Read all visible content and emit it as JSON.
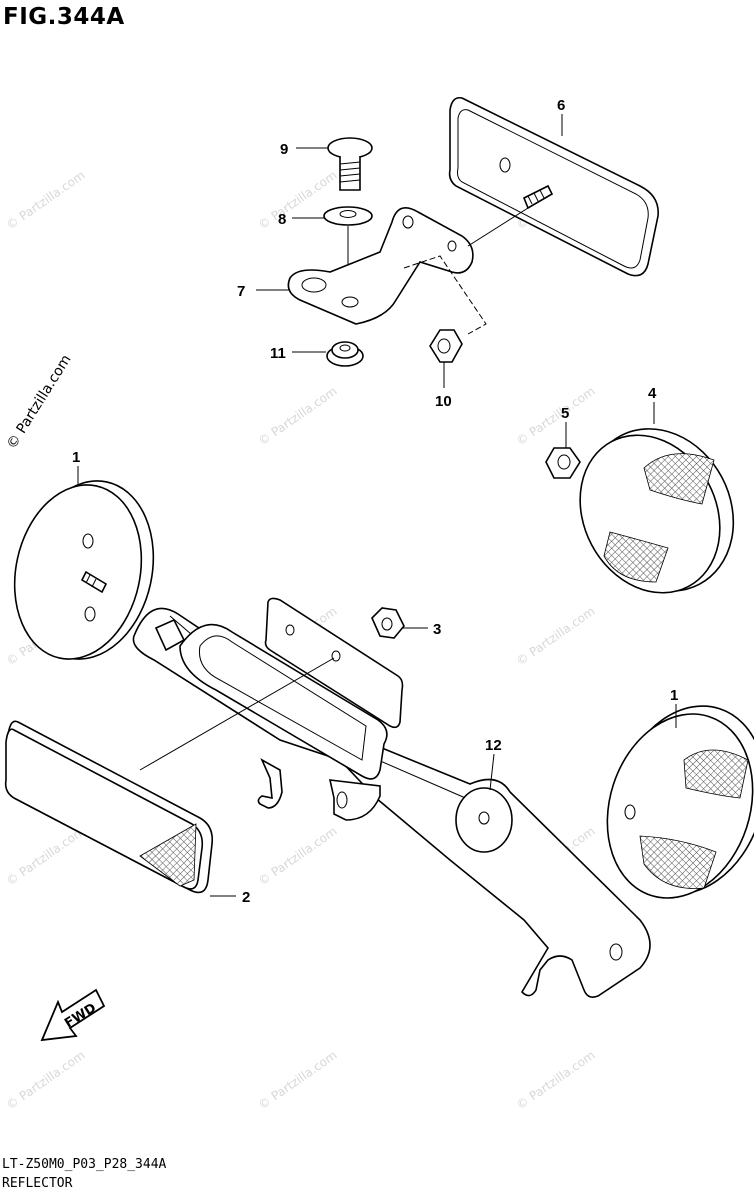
{
  "figure": {
    "title": "FIG.344A",
    "model_code": "LT-Z50M0_P03_P28_344A",
    "section_name": "REFLECTOR"
  },
  "direction_marker": {
    "label": "FWD",
    "icon": "fwd-arrow-icon"
  },
  "watermark": {
    "text": "© Partzilla.com"
  },
  "callouts": [
    {
      "id": "c1a",
      "label": "1",
      "part": "reflector-round-left"
    },
    {
      "id": "c1b",
      "label": "1",
      "part": "reflector-round-right"
    },
    {
      "id": "c2",
      "label": "2",
      "part": "reflector-rectangular"
    },
    {
      "id": "c3",
      "label": "3",
      "part": "nut-bracket"
    },
    {
      "id": "c4",
      "label": "4",
      "part": "reflector-round-upper"
    },
    {
      "id": "c5",
      "label": "5",
      "part": "nut-upper"
    },
    {
      "id": "c6",
      "label": "6",
      "part": "reflector-rear-plate"
    },
    {
      "id": "c7",
      "label": "7",
      "part": "bracket-small"
    },
    {
      "id": "c8",
      "label": "8",
      "part": "washer"
    },
    {
      "id": "c9",
      "label": "9",
      "part": "bolt"
    },
    {
      "id": "c10",
      "label": "10",
      "part": "nut-flange"
    },
    {
      "id": "c11",
      "label": "11",
      "part": "nut-flange-small"
    },
    {
      "id": "c12",
      "label": "12",
      "part": "bracket-main"
    }
  ]
}
